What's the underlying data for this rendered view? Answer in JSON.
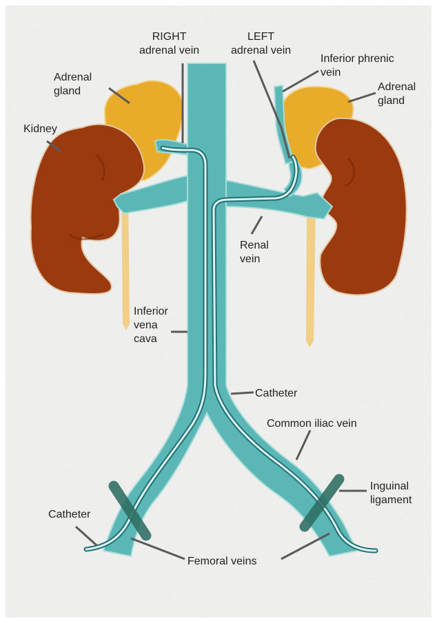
{
  "labels": {
    "right_adrenal_vein": [
      "RIGHT",
      "adrenal vein"
    ],
    "left_adrenal_vein": [
      "LEFT",
      "adrenal vein"
    ],
    "inferior_phrenic_vein": [
      "Inferior phrenic",
      "vein"
    ],
    "adrenal_gland_left_side": [
      "Adrenal",
      "gland"
    ],
    "adrenal_gland_right_side": [
      "Adrenal",
      "gland"
    ],
    "kidney": "Kidney",
    "renal_vein": [
      "Renal",
      "vein"
    ],
    "inferior_vena_cava": [
      "Inferior",
      "vena",
      "cava"
    ],
    "catheter_center": "Catheter",
    "common_iliac_vein": "Common iliac vein",
    "inguinal_ligament": [
      "Inguinal",
      "ligament"
    ],
    "catheter_left": "Catheter",
    "femoral_veins": "Femoral veins"
  },
  "colors": {
    "background": "#f2f2f1",
    "vein": "#5ab7b5",
    "vein_dark": "#2f8f8d",
    "catheter": "#1f6f74",
    "kidney": "#9c3a0f",
    "kidney_dark": "#6e2306",
    "adrenal": "#e8ab2a",
    "ureter": "#f1cf86",
    "ligament": "#2e6e63",
    "leader": "#5a5a5a"
  }
}
